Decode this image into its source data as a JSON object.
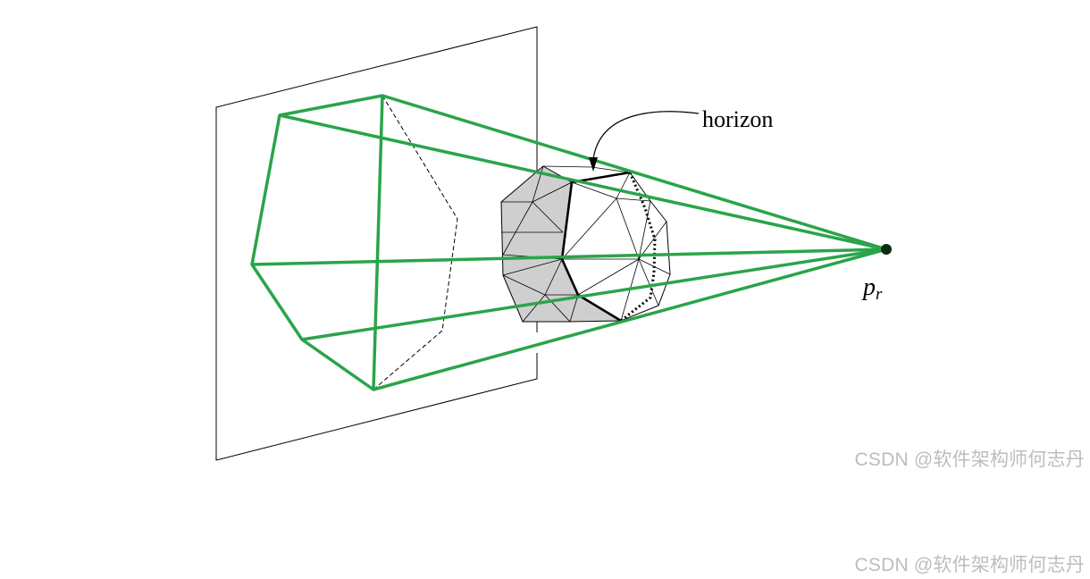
{
  "diagram": {
    "horizon_label": "horizon",
    "point_label": "p",
    "point_subscript": "r",
    "colors": {
      "cone": "#2aa44a",
      "polyhedron_fill": "#cfcfcf",
      "edges": "#000000"
    }
  },
  "watermarks": [
    "CSDN @软件架构师何志丹",
    "CSDN @软件架构师何志丹"
  ]
}
